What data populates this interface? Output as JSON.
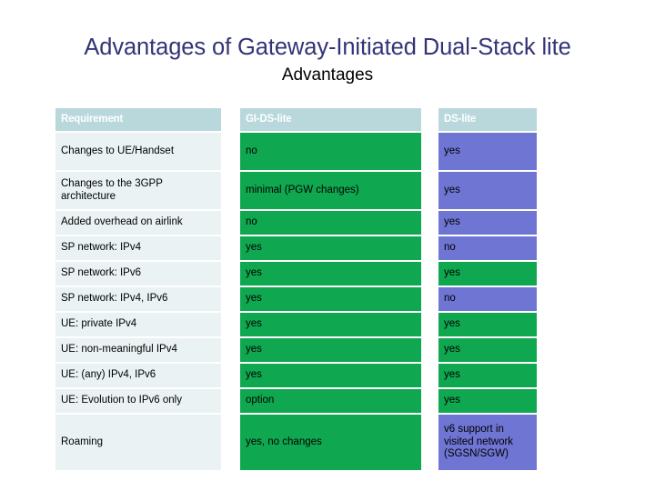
{
  "slide": {
    "title": "Advantages of Gateway-Initiated Dual-Stack lite",
    "subtitle": "Advantages"
  },
  "colors": {
    "title": "#333377",
    "header_bg": "#b9d8dc",
    "header_text": "#ffffff",
    "requirement_bg": "#eaf2f3",
    "green": "#0fa74f",
    "purple": "#6f75d3",
    "body_text": "#000000",
    "background": "#ffffff"
  },
  "table": {
    "columns": [
      {
        "key": "requirement",
        "label": "Requirement"
      },
      {
        "key": "gi_ds_lite",
        "label": "GI-DS-lite"
      },
      {
        "key": "ds_lite",
        "label": "DS-lite"
      }
    ],
    "rows": [
      {
        "requirement": "Changes to UE/Handset",
        "gi_ds_lite": "no",
        "gi_color": "green",
        "ds_lite": "yes",
        "ds_color": "purple",
        "height": "h41"
      },
      {
        "requirement": "Changes to the 3GPP architecture",
        "gi_ds_lite": "minimal (PGW changes)",
        "gi_color": "green",
        "ds_lite": "yes",
        "ds_color": "purple",
        "height": "h41"
      },
      {
        "requirement": "Added overhead on airlink",
        "gi_ds_lite": "no",
        "gi_color": "green",
        "ds_lite": "yes",
        "ds_color": "purple",
        "height": "h26"
      },
      {
        "requirement": "SP network: IPv4",
        "gi_ds_lite": "yes",
        "gi_color": "green",
        "ds_lite": "no",
        "ds_color": "purple",
        "height": "h26"
      },
      {
        "requirement": "SP network: IPv6",
        "gi_ds_lite": "yes",
        "gi_color": "green",
        "ds_lite": "yes",
        "ds_color": "green",
        "height": "h26"
      },
      {
        "requirement": "SP network: IPv4, IPv6",
        "gi_ds_lite": "yes",
        "gi_color": "green",
        "ds_lite": "no",
        "ds_color": "purple",
        "height": "h26"
      },
      {
        "requirement": "UE: private IPv4",
        "gi_ds_lite": "yes",
        "gi_color": "green",
        "ds_lite": "yes",
        "ds_color": "green",
        "height": "h26"
      },
      {
        "requirement": "UE: non-meaningful IPv4",
        "gi_ds_lite": "yes",
        "gi_color": "green",
        "ds_lite": "yes",
        "ds_color": "green",
        "height": "h26"
      },
      {
        "requirement": "UE: (any) IPv4, IPv6",
        "gi_ds_lite": "yes",
        "gi_color": "green",
        "ds_lite": "yes",
        "ds_color": "green",
        "height": "h26"
      },
      {
        "requirement": "UE: Evolution to IPv6 only",
        "gi_ds_lite": "option",
        "gi_color": "green",
        "ds_lite": "yes",
        "ds_color": "green",
        "height": "h26"
      },
      {
        "requirement": "Roaming",
        "gi_ds_lite": "yes, no changes",
        "gi_color": "green",
        "ds_lite": "v6 support in visited network (SGSN/SGW)",
        "ds_color": "purple",
        "height": "h61"
      }
    ]
  }
}
